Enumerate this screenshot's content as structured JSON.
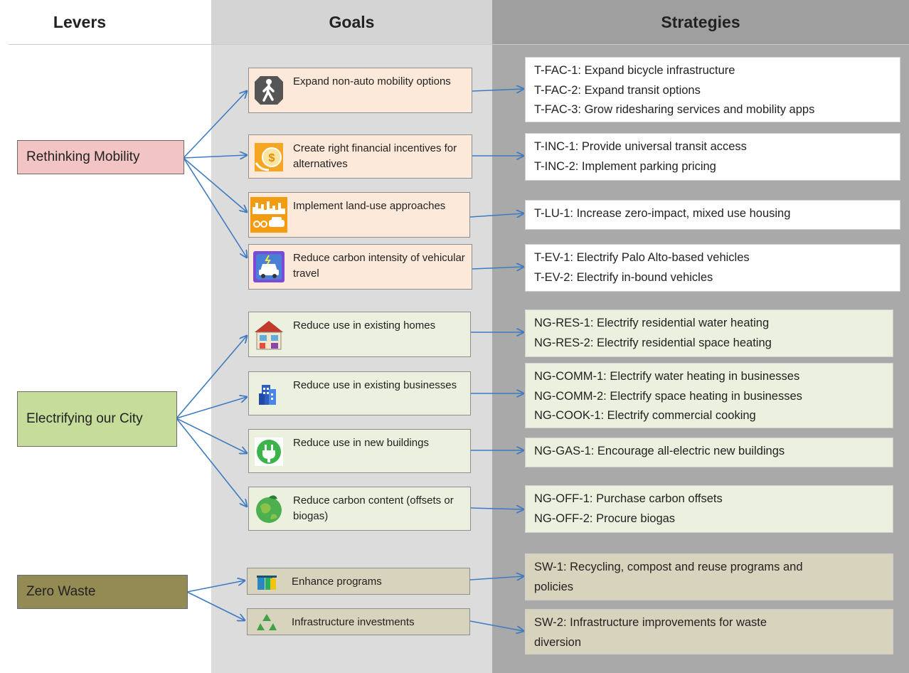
{
  "headers": {
    "levers": "Levers",
    "goals": "Goals",
    "strategies": "Strategies"
  },
  "levers": [
    {
      "label": "Rethinking Mobility",
      "color": "#f2c4c4"
    },
    {
      "label": "Electrifying our City",
      "color": "#c5dc9a"
    },
    {
      "label": "Zero Waste",
      "color": "#948a54"
    }
  ],
  "goals": [
    {
      "label": "Expand non-auto mobility options",
      "icon": "pedestrian-icon"
    },
    {
      "label": "Create right financial incentives for alternatives",
      "icon": "dollar-coin-icon"
    },
    {
      "label": "Implement land-use approaches",
      "icon": "city-bike-car-icon"
    },
    {
      "label": "Reduce carbon intensity of vehicular travel",
      "icon": "electric-car-icon"
    },
    {
      "label": "Reduce use in existing homes",
      "icon": "house-icon"
    },
    {
      "label": "Reduce use in existing businesses",
      "icon": "office-building-icon"
    },
    {
      "label": "Reduce use in new buildings",
      "icon": "electric-plug-icon"
    },
    {
      "label": "Reduce carbon content (offsets or biogas)",
      "icon": "green-globe-icon"
    },
    {
      "label": "Enhance programs",
      "icon": "recycling-bins-icon"
    },
    {
      "label": "Infrastructure investments",
      "icon": "recycle-symbol-icon"
    }
  ],
  "strategies": [
    {
      "lines": [
        "T-FAC-1: Expand bicycle infrastructure",
        "T-FAC-2: Expand transit options",
        "T-FAC-3: Grow ridesharing services and mobility apps"
      ]
    },
    {
      "lines": [
        "T-INC-1: Provide universal transit access",
        "T-INC-2: Implement parking pricing"
      ]
    },
    {
      "lines": [
        "T-LU-1: Increase zero-impact, mixed use housing"
      ]
    },
    {
      "lines": [
        "T-EV-1: Electrify Palo Alto-based vehicles",
        "T-EV-2: Electrify in-bound vehicles"
      ]
    },
    {
      "lines": [
        "NG-RES-1: Electrify residential water heating",
        "NG-RES-2: Electrify residential space heating"
      ]
    },
    {
      "lines": [
        "NG-COMM-1: Electrify water heating in businesses",
        "NG-COMM-2: Electrify space heating in businesses",
        "NG-COOK-1: Electrify commercial cooking"
      ]
    },
    {
      "lines": [
        "NG-GAS-1: Encourage all-electric new buildings"
      ]
    },
    {
      "lines": [
        "NG-OFF-1: Purchase carbon offsets",
        "NG-OFF-2: Procure biogas"
      ]
    },
    {
      "lines": [
        "SW-1: Recycling, compost and reuse programs and",
        "policies"
      ]
    },
    {
      "lines": [
        "SW-2: Infrastructure improvements for waste",
        "diversion"
      ]
    }
  ],
  "colors": {
    "arrow": "#3e7bc0",
    "goal_mobility": "#fde9d9",
    "goal_electric": "#ebf1de",
    "goal_waste": "#d8d3bc"
  }
}
